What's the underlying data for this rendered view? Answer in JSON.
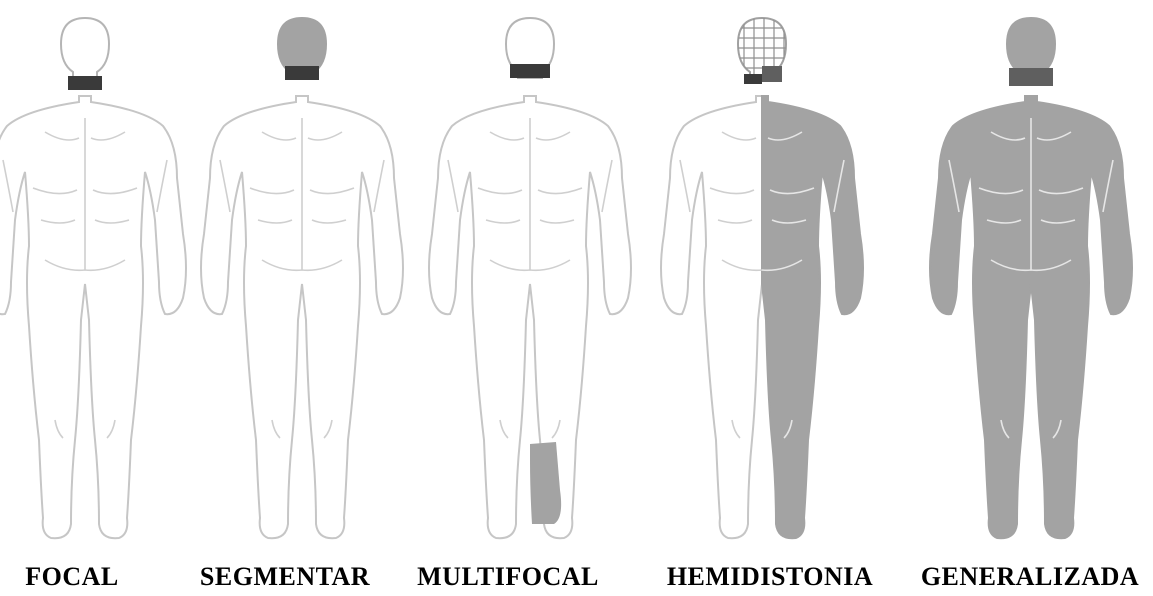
{
  "figures": [
    {
      "label": "FOCAL",
      "affected": [
        "neck"
      ]
    },
    {
      "label": "SEGMENTAR",
      "affected": [
        "head",
        "neck"
      ]
    },
    {
      "label": "MULTIFOCAL",
      "affected": [
        "neck",
        "right-lower-leg"
      ]
    },
    {
      "label": "HEMIDISTONIA",
      "affected": [
        "head-grid",
        "neck-right",
        "right-half-body"
      ]
    },
    {
      "label": "GENERALIZADA",
      "affected": [
        "head",
        "neck",
        "whole-body"
      ]
    }
  ],
  "colors": {
    "outline": "#c6c6c6",
    "skin": "#ffffff",
    "affected": "#a3a3a3",
    "neck_band": "#3a3a3a",
    "neck_band_light": "#5f5f5f",
    "grid": "#8f8f8f"
  }
}
